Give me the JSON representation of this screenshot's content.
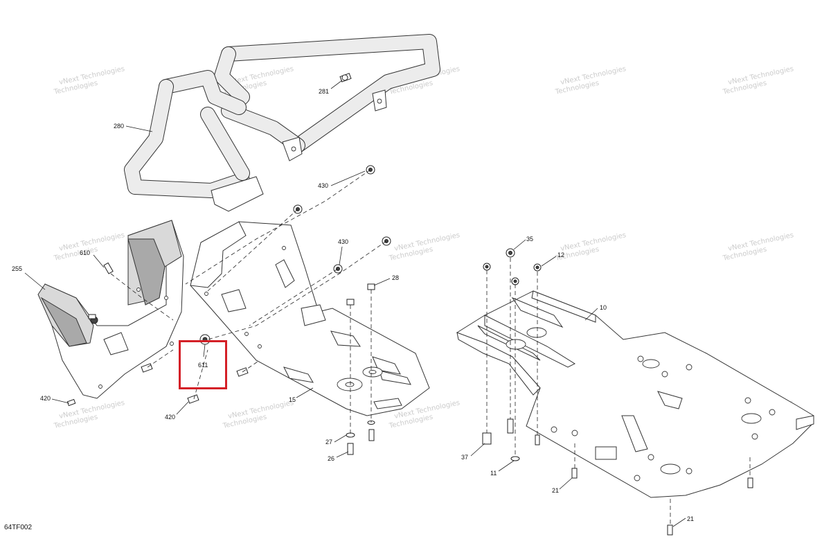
{
  "figure_code": "64TF002",
  "watermark": {
    "line1": "vNext Technologies",
    "line2": "Technologies"
  },
  "callouts": {
    "c280": "280",
    "c281": "281",
    "c430a": "430",
    "c430b": "430",
    "c610": "610",
    "c255": "255",
    "c611": "611",
    "c420a": "420",
    "c420b": "420",
    "c15": "15",
    "c28": "28",
    "c27": "27",
    "c26": "26",
    "c35": "35",
    "c12": "12",
    "c10": "10",
    "c37": "37",
    "c11": "11",
    "c21a": "21",
    "c21b": "21"
  },
  "highlighted_part": "611",
  "colors": {
    "highlight": "#d42027",
    "line": "#333333",
    "shade": "#d9d9d9"
  }
}
